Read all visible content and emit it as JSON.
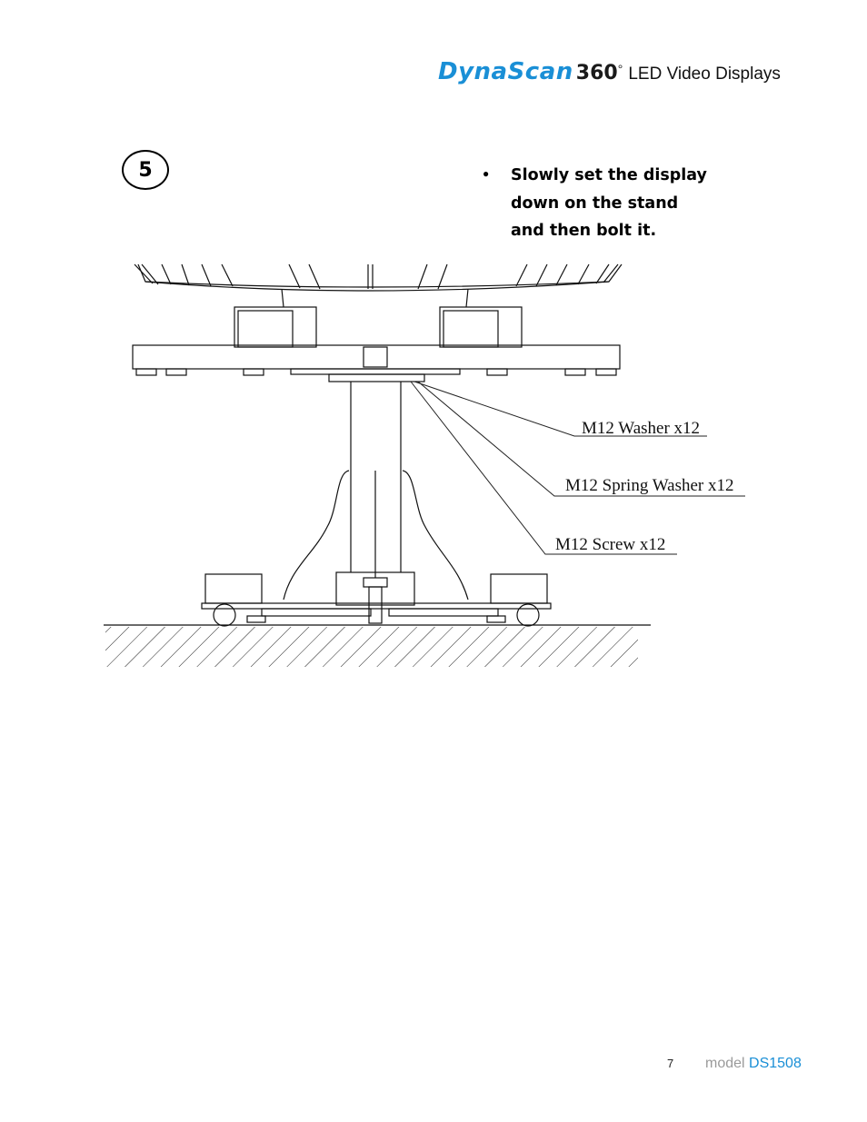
{
  "header": {
    "brand": "DynaScan",
    "brand_number": "360",
    "brand_degree": "°",
    "tagline": "LED Video Displays"
  },
  "step": {
    "number": "5",
    "bullet": "●",
    "instruction": "Slowly set the display down on the stand and then bolt it."
  },
  "diagram": {
    "callouts": [
      "M12 Washer x12",
      "M12 Spring Washer x12",
      "M12 Screw x12"
    ]
  },
  "footer": {
    "page_number": "7",
    "model_prefix": "model",
    "model_name": "DS1508"
  },
  "colors": {
    "brand_blue": "#1a8fd6",
    "model_gray": "#9a9a9a"
  }
}
